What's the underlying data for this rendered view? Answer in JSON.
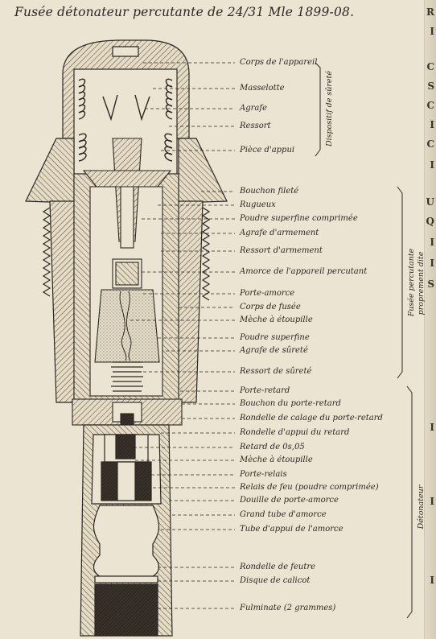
{
  "title": "Fusée détonateur percutante de 24/31 Mle 1899-08.",
  "labels": [
    "Corps de l'appareil",
    "Masselotte",
    "Agrafe",
    "Ressort",
    "Pièce d'appui",
    "Bouchon fileté",
    "Rugueux",
    "Poudre superfine comprimée",
    "Agrafe d'armement",
    "Ressort d'armement",
    "Amorce de l'appareil percutant",
    "Porte-amorce",
    "Corps de fusée",
    "Mèche à étoupille",
    "Poudre superfine",
    "Agrafe de sûreté",
    "Ressort de sûreté",
    "Porte-retard",
    "Bouchon du porte-retard",
    "Rondelle de calage du porte-retard",
    "Rondelle d'appui du retard",
    "Retard de 0s,05",
    "Mèche à étoupille",
    "Porte-relais",
    "Relais de feu (poudre comprimée)",
    "Douille de porte-amorce",
    "Grand tube d'amorce",
    "Tube d'appui de l'amorce",
    "Rondelle de feutre",
    "Disque de calicot",
    "Fulminate (2 grammes)"
  ],
  "groups": {
    "safety": "Dispositif de sûreté",
    "percussion_1": "Fusée percutante",
    "percussion_2": "proprement dite",
    "detonator": "Détonateur"
  },
  "edge_letters": [
    "R",
    "I",
    "C",
    "S",
    "C",
    "I",
    "C",
    "I",
    "U",
    "Q",
    "I",
    "I",
    "S",
    "I",
    "I",
    "I"
  ]
}
